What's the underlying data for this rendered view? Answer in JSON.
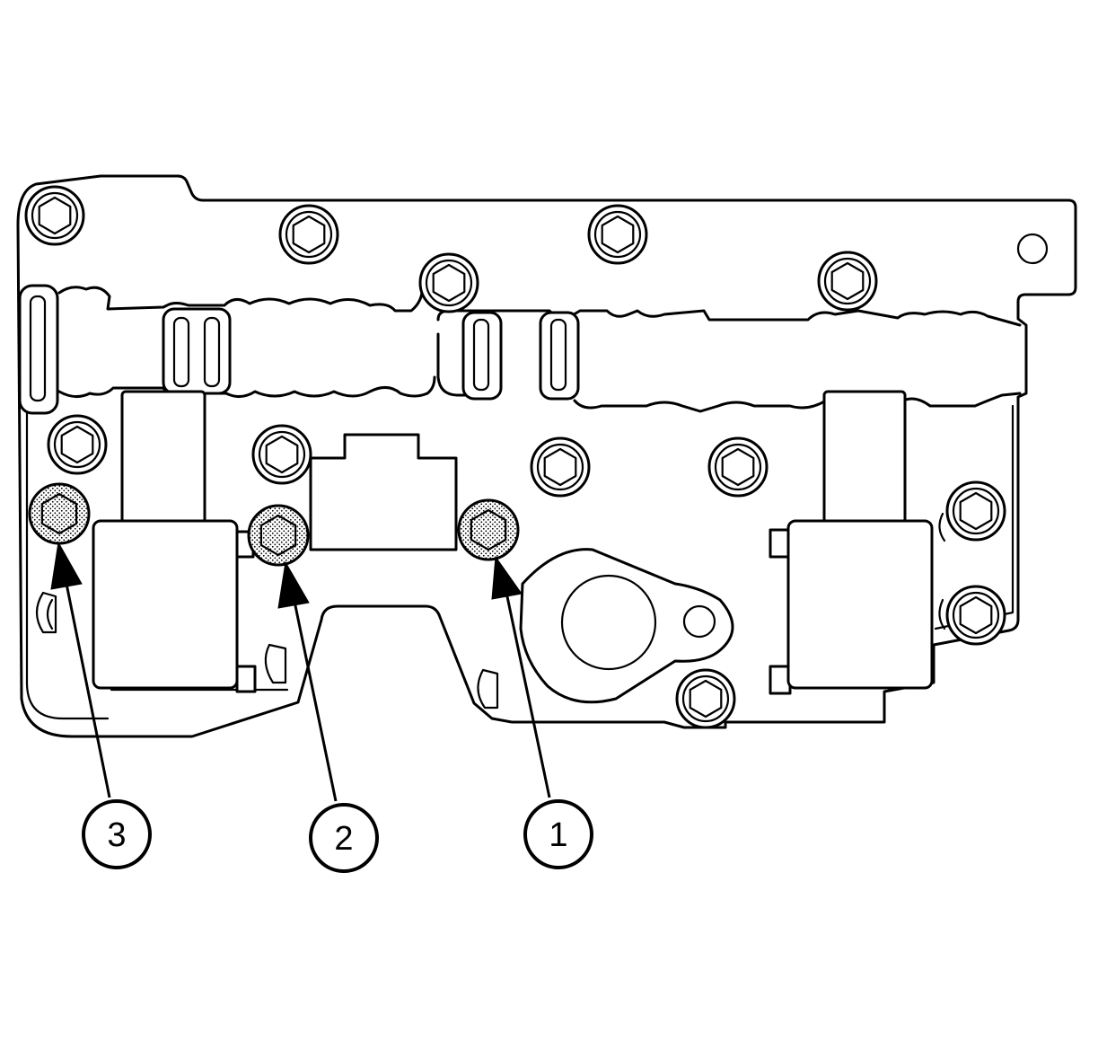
{
  "callouts": [
    {
      "id": "1",
      "label": "1"
    },
    {
      "id": "2",
      "label": "2"
    },
    {
      "id": "3",
      "label": "3"
    }
  ],
  "colors": {
    "line": "#000000",
    "background": "#ffffff",
    "highlight_stipple": "#000000"
  },
  "icons": {
    "standard_bolt": "hex-bolt-icon",
    "highlighted_bolt": "stippled-hex-bolt-icon"
  }
}
